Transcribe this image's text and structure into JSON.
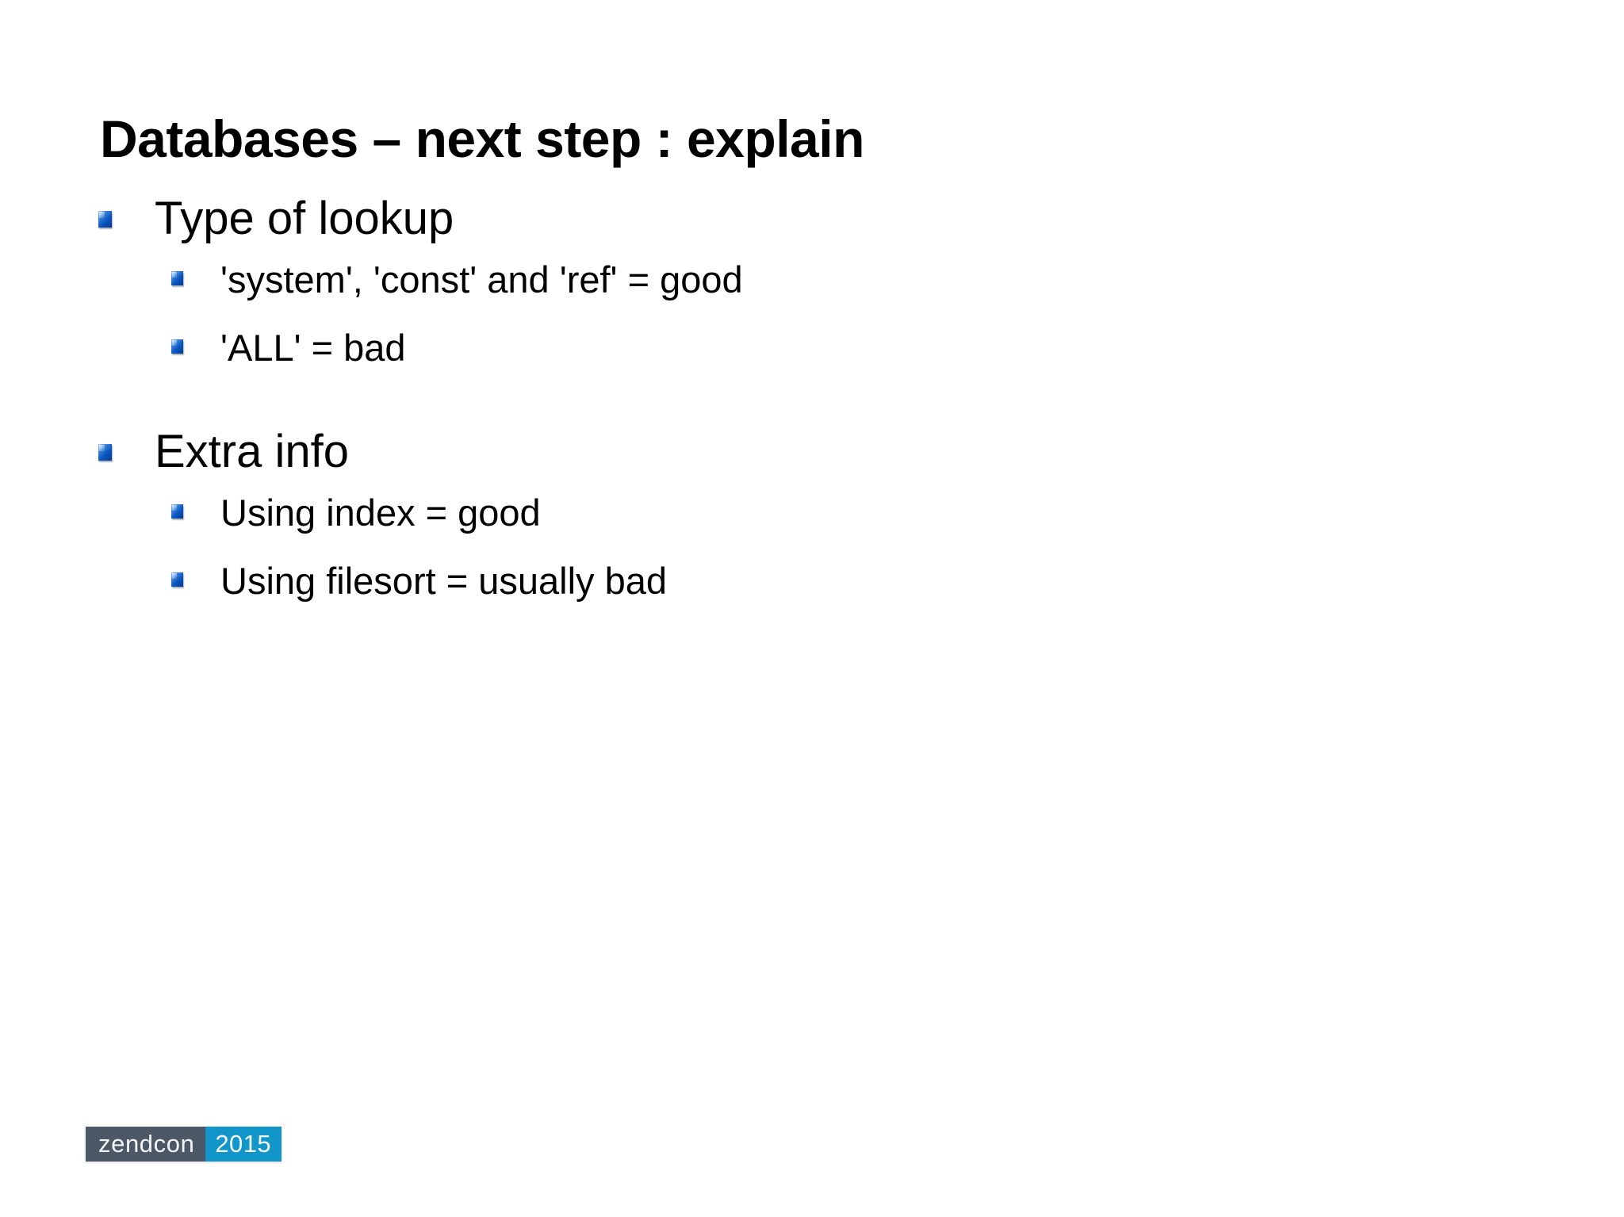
{
  "slide": {
    "title": "Databases – next step : explain",
    "background_color": "#ffffff",
    "text_color": "#000000"
  },
  "content": {
    "groups": [
      {
        "heading": "Type of lookup",
        "items": [
          "'system', 'const' and 'ref' = good",
          "'ALL' = bad"
        ]
      },
      {
        "heading": "Extra info",
        "items": [
          "Using index = good",
          "Using filesort = usually bad"
        ]
      }
    ]
  },
  "bullet": {
    "icon_name": "blue-cube-bullet-icon",
    "color_light": "#9fc6ef",
    "color_mid": "#3f87da",
    "color_dark": "#063a8e"
  },
  "logo": {
    "word": "zendcon",
    "year": "2015",
    "word_bg": "#4c5865",
    "year_bg": "#1295c9",
    "text_color": "#f2f5f7"
  }
}
